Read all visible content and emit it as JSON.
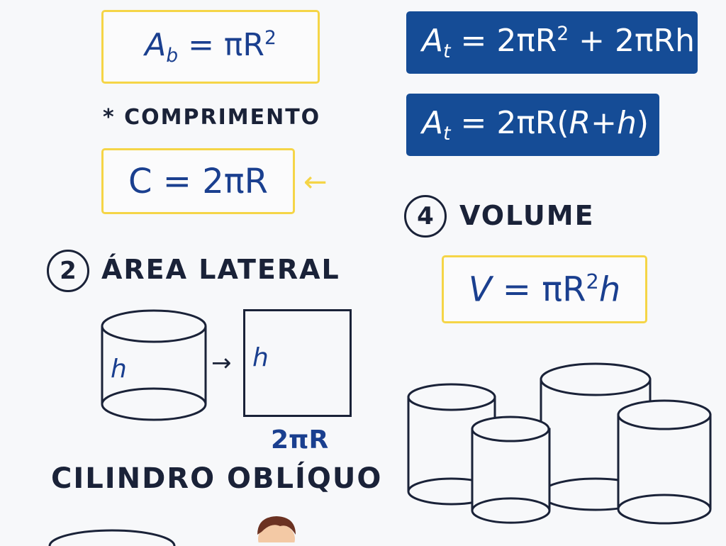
{
  "colors": {
    "accent_blue": "#154c96",
    "text_blue": "#1a3f8f",
    "yellow": "#f5d547",
    "dark": "#1a2238"
  },
  "base_area": {
    "symbol": "A",
    "sub": "b",
    "rhs": "= πR",
    "exp": "2"
  },
  "circumference": {
    "heading": "* COMPRIMENTO",
    "formula": "C = 2πR",
    "arrow": "←"
  },
  "lateral": {
    "number": "2",
    "heading": "ÁREA LATERAL",
    "h_label": "h",
    "arrow": "→",
    "rect_h": "h",
    "width_label": "2πR"
  },
  "oblique": {
    "heading": "CILINDRO OBLÍQUO"
  },
  "total_area": {
    "f1": {
      "symbol": "A",
      "sub": "t",
      "rhs1": "= 2πR",
      "exp": "2",
      "rhs2": " + 2πRh"
    },
    "f2": {
      "symbol": "A",
      "sub": "t",
      "rhs": "= 2πR(",
      "inner": "R+h",
      ")": ")",
      "close": ")"
    }
  },
  "volume": {
    "number": "4",
    "heading": "VOLUME",
    "symbol": "V",
    "rhs": " = πR",
    "exp": "2",
    "h": "h"
  }
}
